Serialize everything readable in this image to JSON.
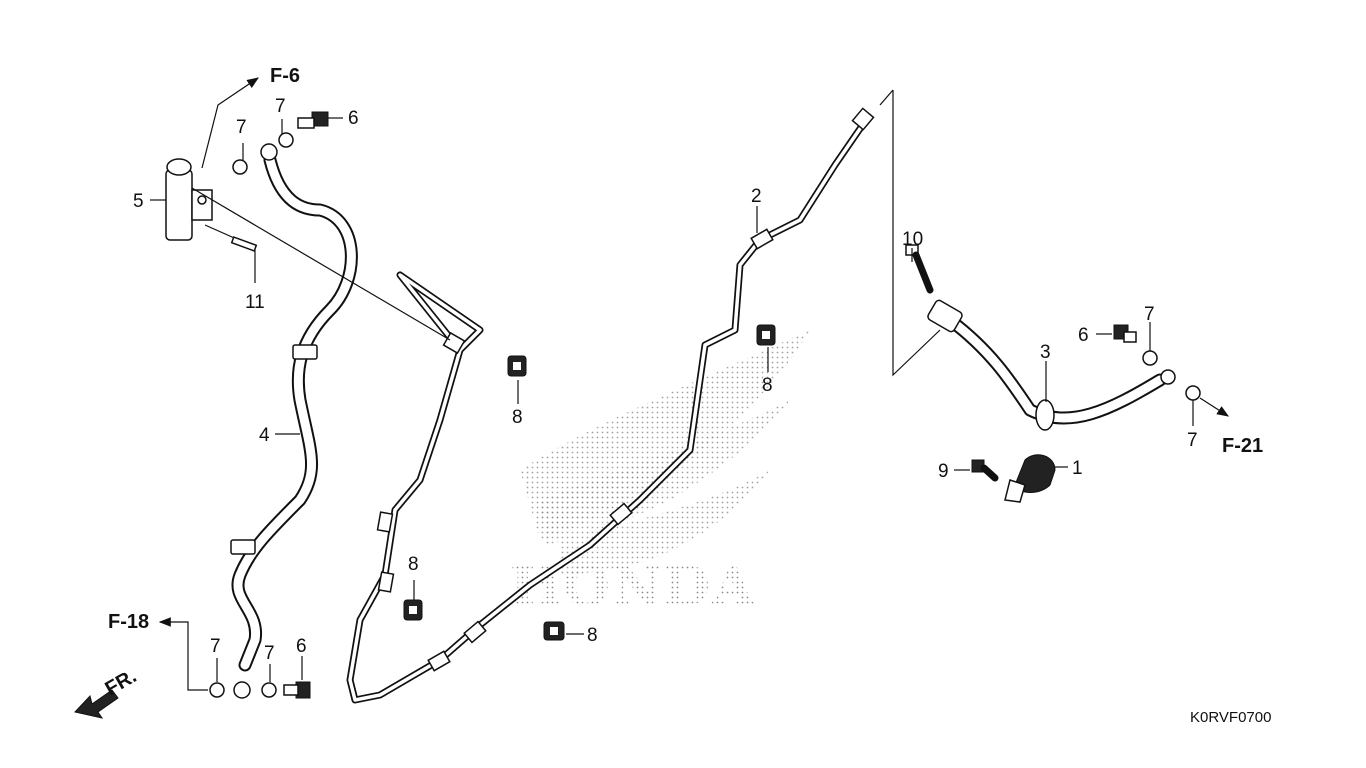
{
  "diagram": {
    "drawing_code": "K0RVF0700",
    "watermark": "HONDA",
    "front_marker": "FR.",
    "references": {
      "f6": "F-6",
      "f18": "F-18",
      "f21": "F-21"
    },
    "callouts": {
      "c1": "1",
      "c2": "2",
      "c3": "3",
      "c4": "4",
      "c5": "5",
      "c6a": "6",
      "c6b": "6",
      "c6c": "6",
      "c7a": "7",
      "c7b": "7",
      "c7c": "7",
      "c7d": "7",
      "c7e": "7",
      "c7f": "7",
      "c8a": "8",
      "c8b": "8",
      "c8c": "8",
      "c8d": "8",
      "c9": "9",
      "c10": "10",
      "c11": "11"
    },
    "colors": {
      "line": "#111111",
      "watermark": "#9a9a9a",
      "background": "#ffffff"
    }
  }
}
